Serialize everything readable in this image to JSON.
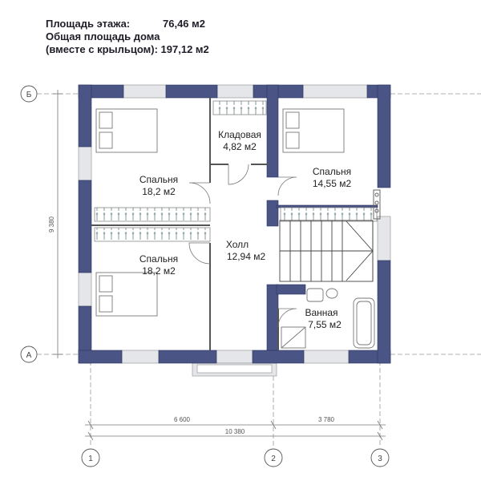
{
  "header": {
    "floor_area_label": "Площадь этажа:",
    "floor_area_value": "76,46 м2",
    "house_area_line1": "Общая площадь дома",
    "house_area_line2": "(вместе с крыльцом): 197,12 м2"
  },
  "rooms": [
    {
      "name": "Спальня",
      "area": "18,2 м2"
    },
    {
      "name": "Кладовая",
      "area": "4,82 м2"
    },
    {
      "name": "Спальня",
      "area": "14,55 м2"
    },
    {
      "name": "Холл",
      "area": "12,94 м2"
    },
    {
      "name": "Спальня",
      "area": "18,2 м2"
    },
    {
      "name": "Ванная",
      "area": "7,55 м2"
    }
  ],
  "axes": {
    "rows": [
      "Б",
      "А"
    ],
    "cols": [
      "1",
      "2",
      "3"
    ]
  },
  "dimensions": {
    "left_height": "9 380",
    "span_1_2": "6 600",
    "span_2_3": "3 780",
    "total": "10 380"
  },
  "colors": {
    "wall": "#4a5585",
    "line": "#888888",
    "window": "#dcdcdc"
  }
}
